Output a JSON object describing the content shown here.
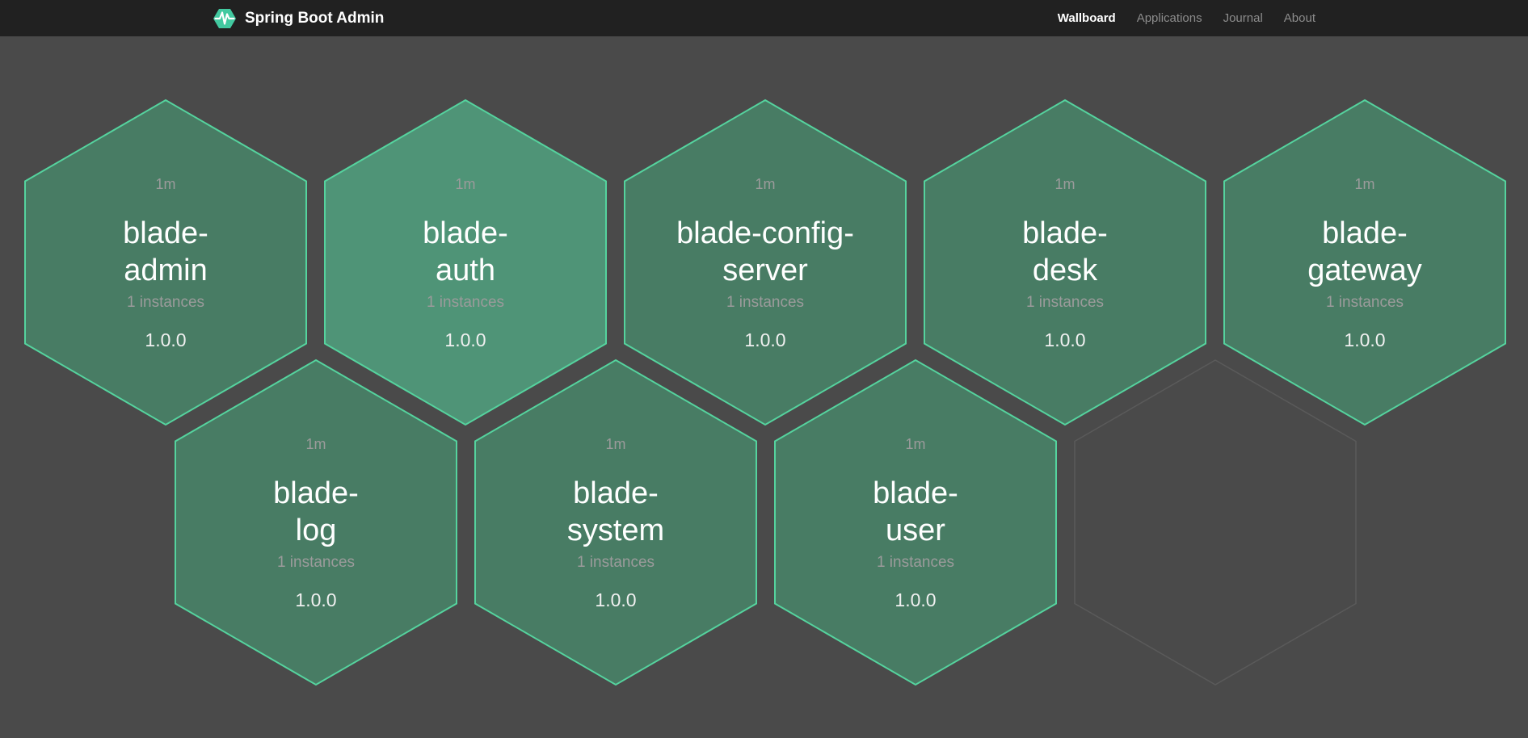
{
  "header": {
    "title": "Spring Boot Admin",
    "nav": [
      {
        "label": "Wallboard",
        "active": true
      },
      {
        "label": "Applications",
        "active": false
      },
      {
        "label": "Journal",
        "active": false
      },
      {
        "label": "About",
        "active": false
      }
    ]
  },
  "wallboard": {
    "applications": [
      {
        "name": "blade-admin",
        "name_line1": "blade-",
        "name_line2": "admin",
        "uptime": "1m",
        "instances_label": "1 instances",
        "version": "1.0.0",
        "status": "up",
        "pulsing": false
      },
      {
        "name": "blade-auth",
        "name_line1": "blade-",
        "name_line2": "auth",
        "uptime": "1m",
        "instances_label": "1 instances",
        "version": "1.0.0",
        "status": "up",
        "pulsing": true
      },
      {
        "name": "blade-config-server",
        "name_line1": "blade-config-",
        "name_line2": "server",
        "uptime": "1m",
        "instances_label": "1 instances",
        "version": "1.0.0",
        "status": "up",
        "pulsing": false
      },
      {
        "name": "blade-desk",
        "name_line1": "blade-",
        "name_line2": "desk",
        "uptime": "1m",
        "instances_label": "1 instances",
        "version": "1.0.0",
        "status": "up",
        "pulsing": false
      },
      {
        "name": "blade-gateway",
        "name_line1": "blade-",
        "name_line2": "gateway",
        "uptime": "1m",
        "instances_label": "1 instances",
        "version": "1.0.0",
        "status": "up",
        "pulsing": false
      },
      {
        "name": "blade-log",
        "name_line1": "blade-",
        "name_line2": "log",
        "uptime": "1m",
        "instances_label": "1 instances",
        "version": "1.0.0",
        "status": "up",
        "pulsing": false
      },
      {
        "name": "blade-system",
        "name_line1": "blade-",
        "name_line2": "system",
        "uptime": "1m",
        "instances_label": "1 instances",
        "version": "1.0.0",
        "status": "up",
        "pulsing": false
      },
      {
        "name": "blade-user",
        "name_line1": "blade-",
        "name_line2": "user",
        "uptime": "1m",
        "instances_label": "1 instances",
        "version": "1.0.0",
        "status": "up",
        "pulsing": false
      }
    ],
    "empty_slots": 1
  },
  "colors": {
    "header_bg": "#212121",
    "page_bg": "#4a4a4a",
    "hex_fill": "#487c64",
    "hex_fill_pulse": "#4f9477",
    "hex_border": "#55d39e",
    "empty_hex_border": "#5a5a5a",
    "brand_green": "#42c9a0",
    "muted_text": "#9b9b9b",
    "name_text": "#ffffff",
    "inactive_nav": "#8c8c8c"
  }
}
